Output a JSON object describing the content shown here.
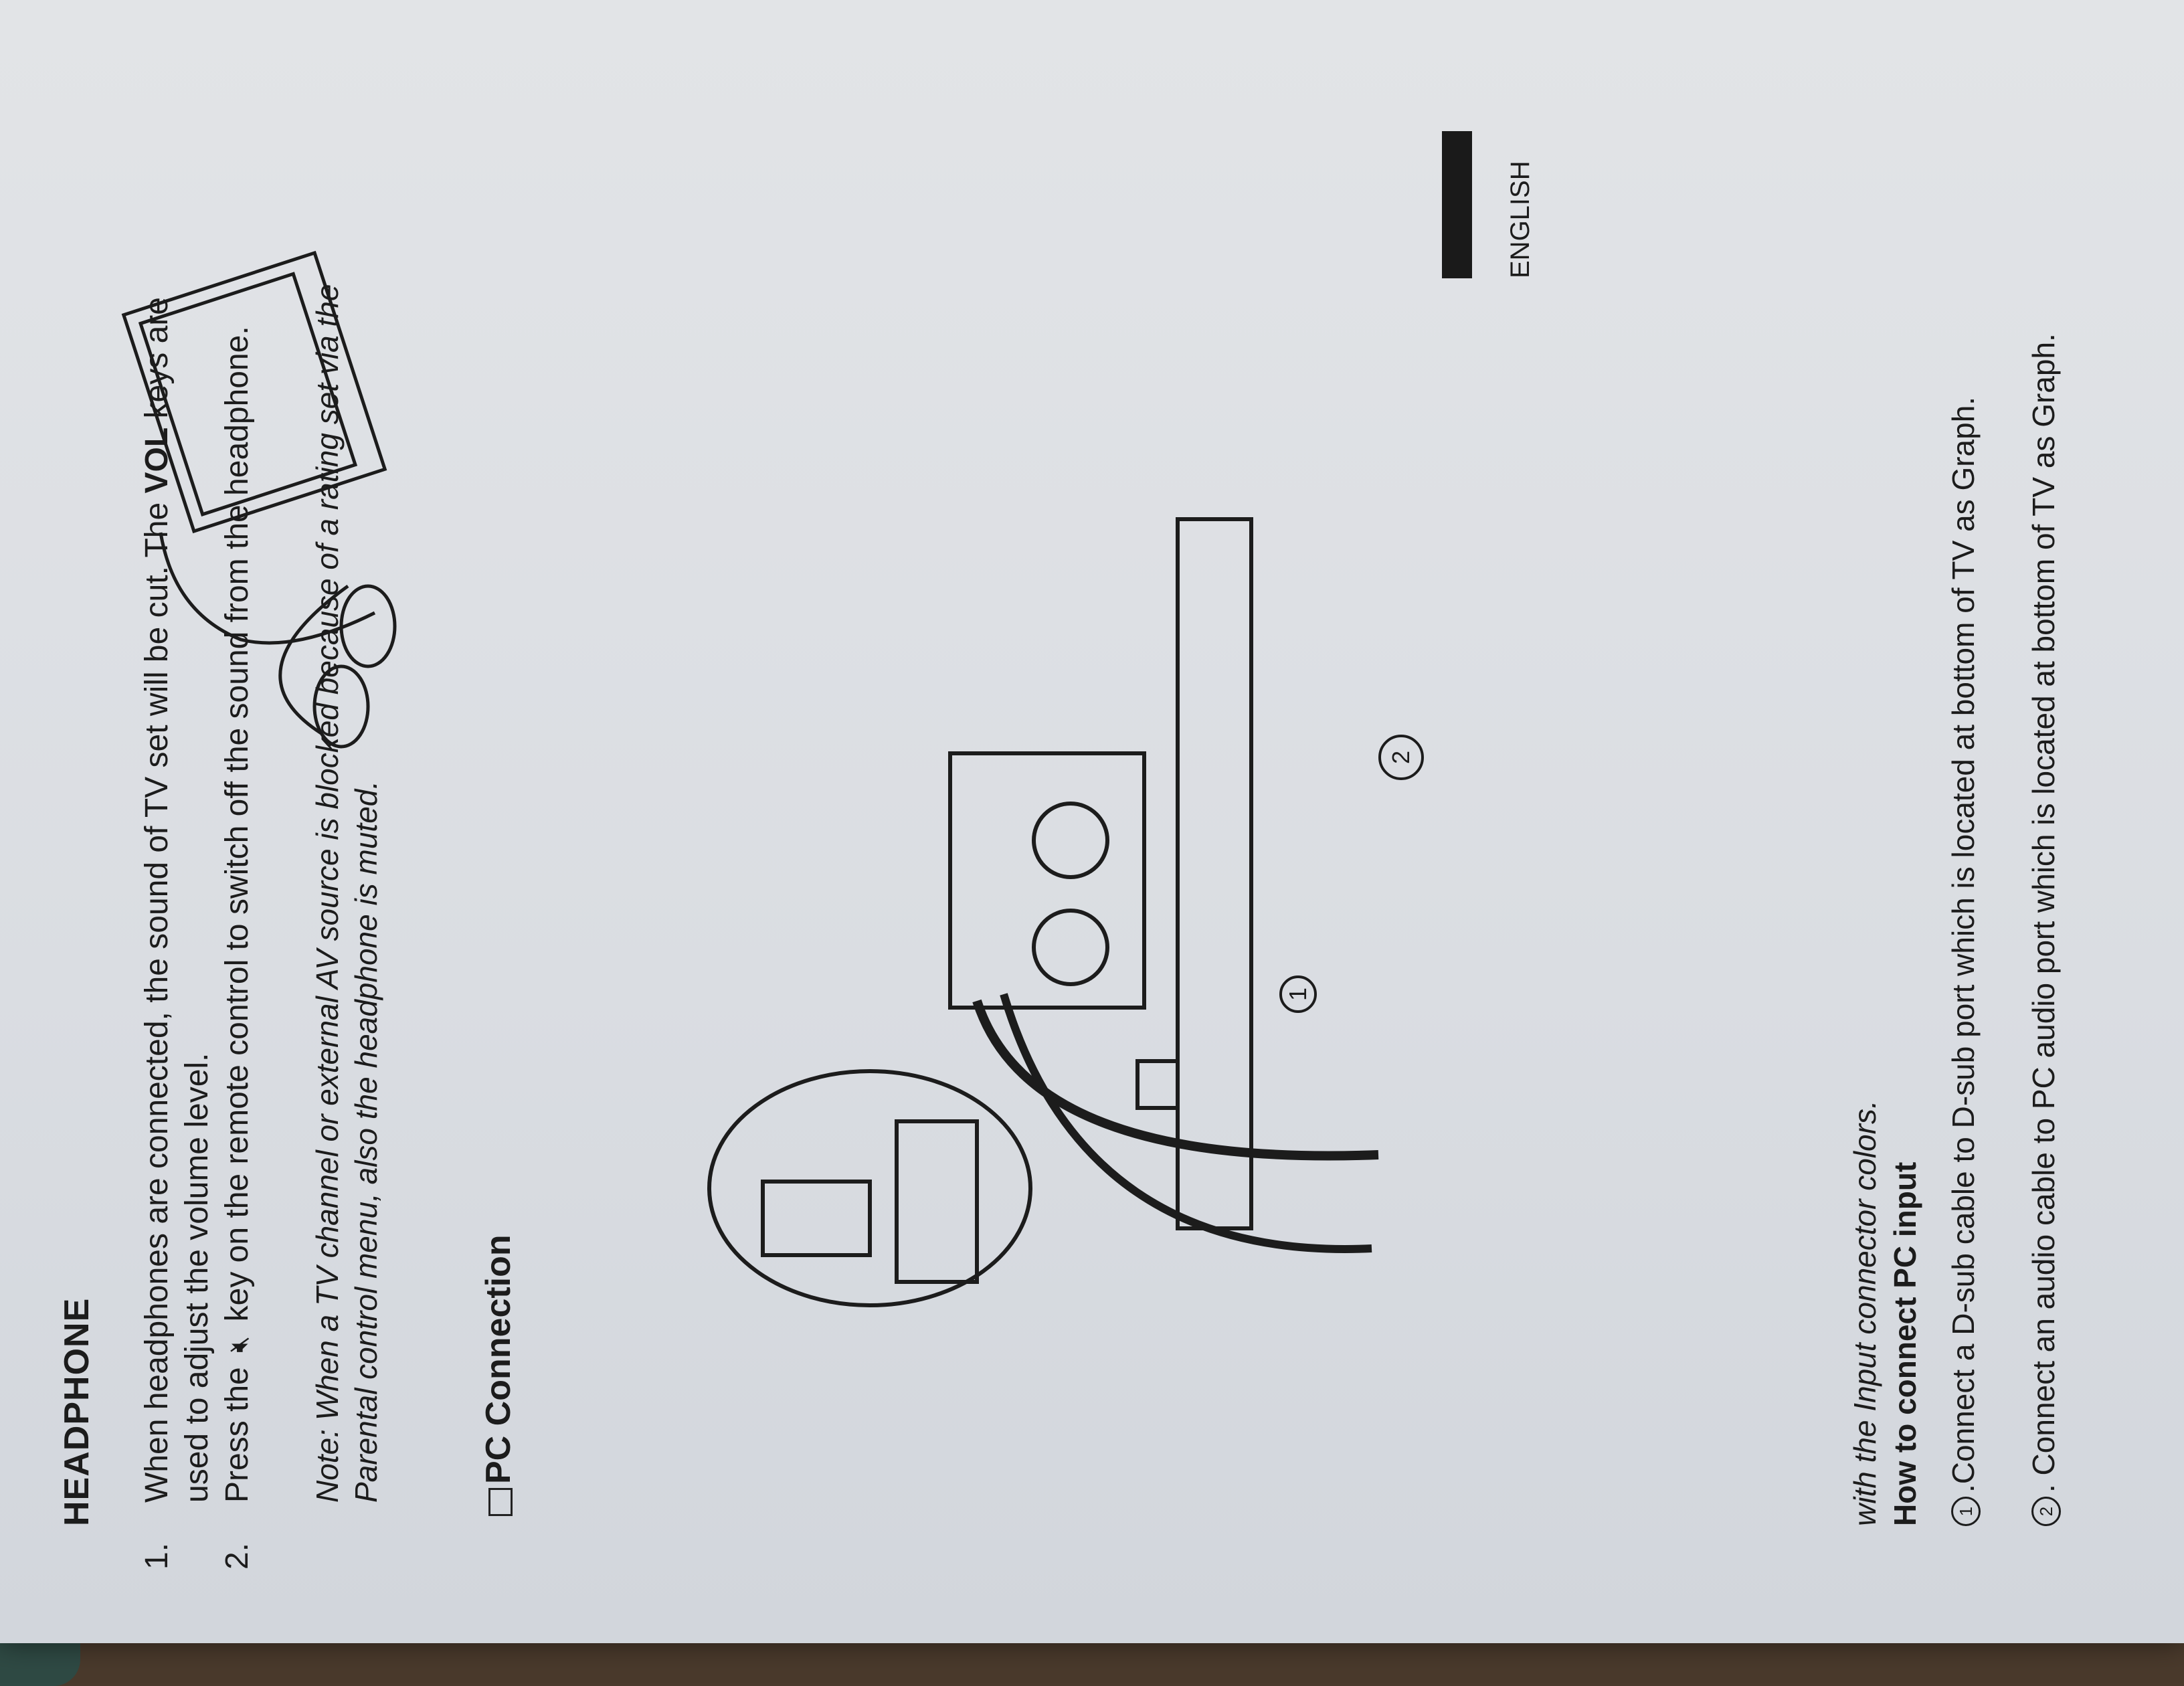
{
  "section_headphone": {
    "title": "HEADPHONE",
    "items": [
      {
        "num": "1.",
        "text_bold": "",
        "text_a": "When headphones are connected, the sound of TV set will be cut. The ",
        "text_b": "VOL",
        "text_c": " keys are used to adjust the volume level."
      },
      {
        "num": "2.",
        "text_a": "Press the ",
        "icon": "mute-icon",
        "text_c": " key on the remote control to switch off the sound from the headphone."
      }
    ],
    "note": "Note: When a TV channel or external AV source is blocked because of a rating set via the Parental control menu, also the headphone is muted."
  },
  "section_pc": {
    "title": "PC Connection",
    "note_colors": "with the Input connector colors.",
    "howto_title": "How to connect PC   input",
    "steps": [
      {
        "marker": "1",
        "text": ".Connect a D-sub cable to D-sub port which is located at bottom of TV as Graph."
      },
      {
        "marker": "2",
        "text": ". Connect an audio cable to PC audio port which is located at bottom of TV as Graph."
      }
    ],
    "diagram_labels": [
      "1",
      "2"
    ]
  },
  "language_tab": "ENGLISH",
  "icons": [
    "pc-connection-icon",
    "mute-icon"
  ]
}
